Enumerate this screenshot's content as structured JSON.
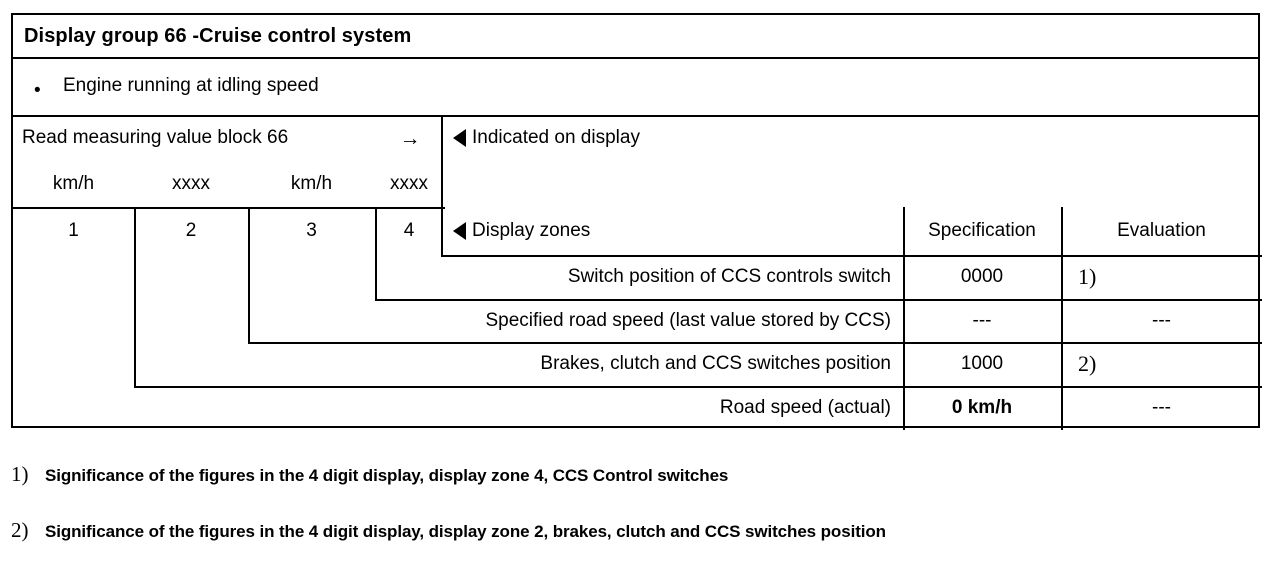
{
  "table": {
    "title": "Display group 66 -Cruise control system",
    "precondition": {
      "bullet": "•",
      "text": "Engine running at idling speed"
    },
    "read_block": {
      "label": "Read measuring value block 66",
      "arrow": "→",
      "units": [
        "km/h",
        "xxxx",
        "km/h",
        "xxxx"
      ],
      "zone_numbers": [
        "1",
        "2",
        "3",
        "4"
      ]
    },
    "right_panel": {
      "indicated_on_display": "Indicated on display",
      "display_zones": "Display zones",
      "col_specification": "Specification",
      "col_evaluation": "Evaluation"
    },
    "rows": [
      {
        "label": "Switch position of CCS controls switch",
        "specification": "0000",
        "evaluation": "1)",
        "evaluation_align": "left"
      },
      {
        "label": "Specified road speed (last value stored by CCS)",
        "specification": "---",
        "evaluation": "---",
        "evaluation_align": "center"
      },
      {
        "label": "Brakes, clutch and CCS switches position",
        "specification": "1000",
        "evaluation": "2)",
        "evaluation_align": "left"
      },
      {
        "label": "Road speed (actual)",
        "specification": "0 km/h",
        "evaluation": "---",
        "evaluation_align": "center"
      }
    ]
  },
  "footnotes": [
    {
      "marker": "1)",
      "text": "Significance of the figures in the 4 digit display, display zone 4, CCS Control switches"
    },
    {
      "marker": "2)",
      "text": "Significance of the figures in the 4 digit display, display zone 2, brakes, clutch and CCS switches position"
    }
  ],
  "colors": {
    "ink": "#000000",
    "paper": "#ffffff"
  }
}
